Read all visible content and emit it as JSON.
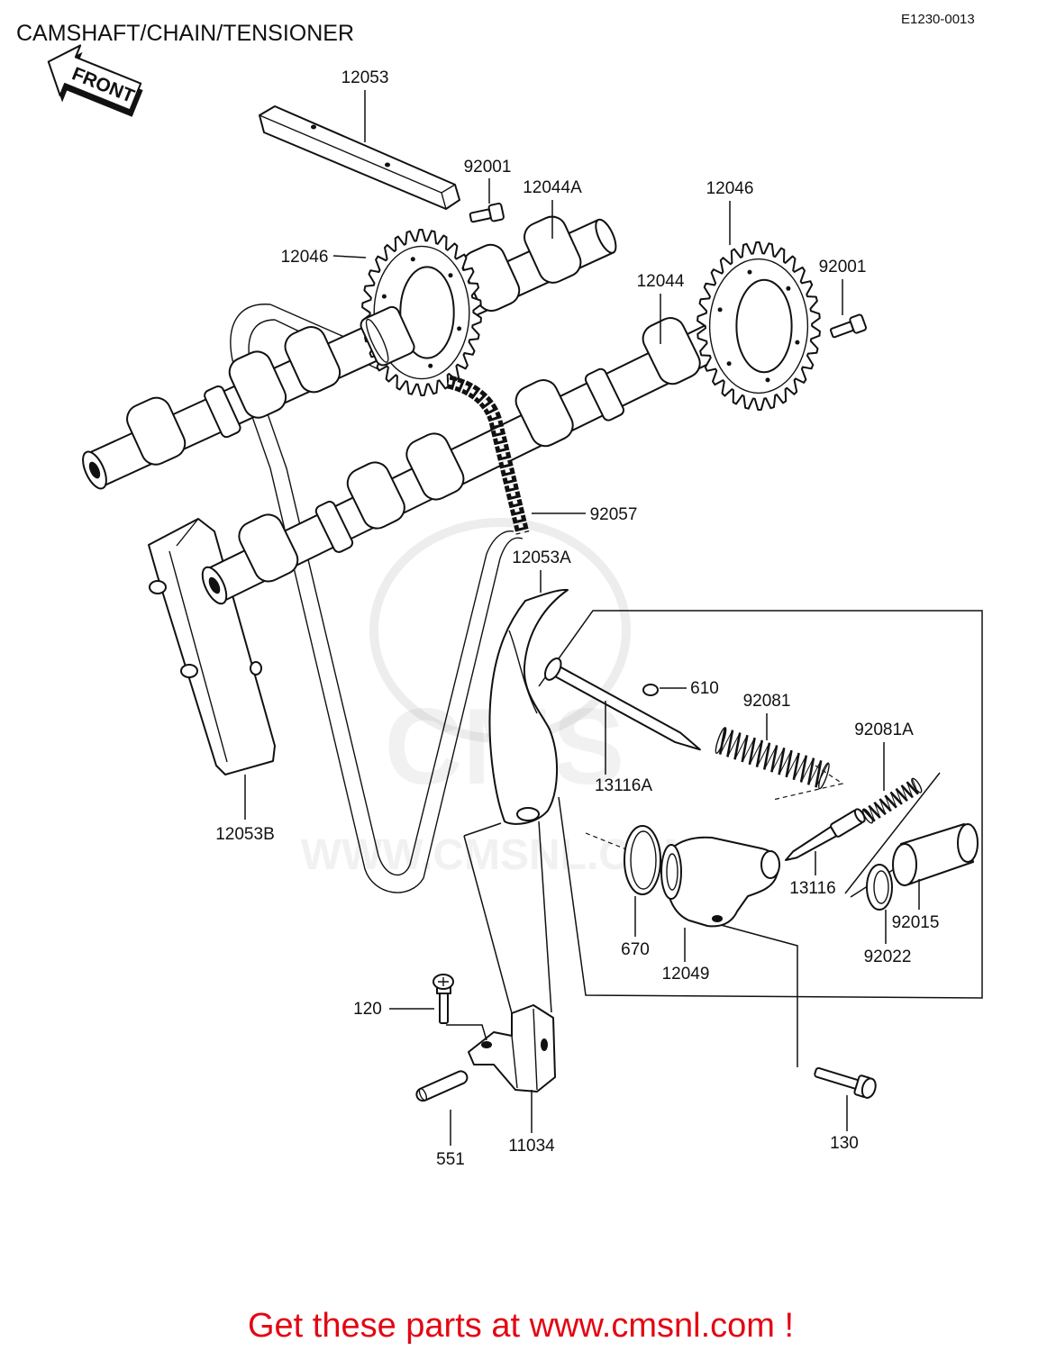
{
  "title": "CAMSHAFT/CHAIN/TENSIONER",
  "diagram_code": "E1230-0013",
  "front_label": "FRONT",
  "callouts": [
    "12053",
    "92001",
    "12044A",
    "12046",
    "12046",
    "92001",
    "12044",
    "92057",
    "12053A",
    "610",
    "92081",
    "92081A",
    "13116A",
    "12053B",
    "13116",
    "670",
    "92015",
    "92022",
    "12049",
    "120",
    "11034",
    "130",
    "551"
  ],
  "watermark": {
    "brand": "CMS",
    "url": "WWW.CMSNL.COM"
  },
  "footer": "Get these parts at www.cmsnl.com !",
  "colors": {
    "line": "#111111",
    "background": "#ffffff",
    "footer": "#e30613",
    "watermark": "#9a9a9a"
  },
  "icons": {
    "front_arrow": "front-arrow-icon"
  }
}
